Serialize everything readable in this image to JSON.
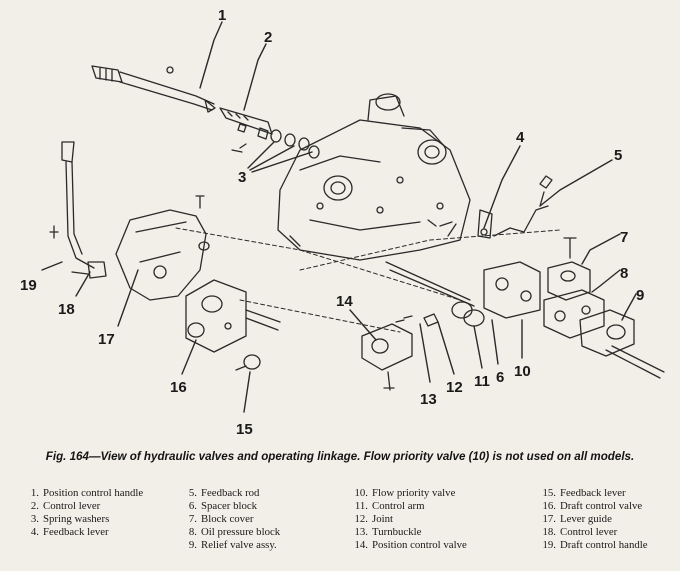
{
  "figure": {
    "caption": "Fig. 164—View of hydraulic valves and operating linkage. Flow priority valve (10) is not used on all models.",
    "callouts": [
      "1",
      "2",
      "3",
      "4",
      "5",
      "6",
      "7",
      "8",
      "9",
      "10",
      "11",
      "12",
      "13",
      "14",
      "15",
      "16",
      "17",
      "18",
      "19"
    ]
  },
  "legend": {
    "columns": [
      [
        {
          "num": "1.",
          "text": "Position control handle"
        },
        {
          "num": "2.",
          "text": "Control lever"
        },
        {
          "num": "3.",
          "text": "Spring washers"
        },
        {
          "num": "4.",
          "text": "Feedback lever"
        }
      ],
      [
        {
          "num": "5.",
          "text": "Feedback rod"
        },
        {
          "num": "6.",
          "text": "Spacer block"
        },
        {
          "num": "7.",
          "text": "Block cover"
        },
        {
          "num": "8.",
          "text": "Oil pressure block"
        },
        {
          "num": "9.",
          "text": "Relief valve assy."
        }
      ],
      [
        {
          "num": "10.",
          "text": "Flow priority valve"
        },
        {
          "num": "11.",
          "text": "Control arm"
        },
        {
          "num": "12.",
          "text": "Joint"
        },
        {
          "num": "13.",
          "text": "Turnbuckle"
        },
        {
          "num": "14.",
          "text": "Position control valve"
        }
      ],
      [
        {
          "num": "15.",
          "text": "Feedback lever"
        },
        {
          "num": "16.",
          "text": "Draft control valve"
        },
        {
          "num": "17.",
          "text": "Lever guide"
        },
        {
          "num": "18.",
          "text": "Control lever"
        },
        {
          "num": "19.",
          "text": "Draft control handle"
        }
      ]
    ]
  }
}
